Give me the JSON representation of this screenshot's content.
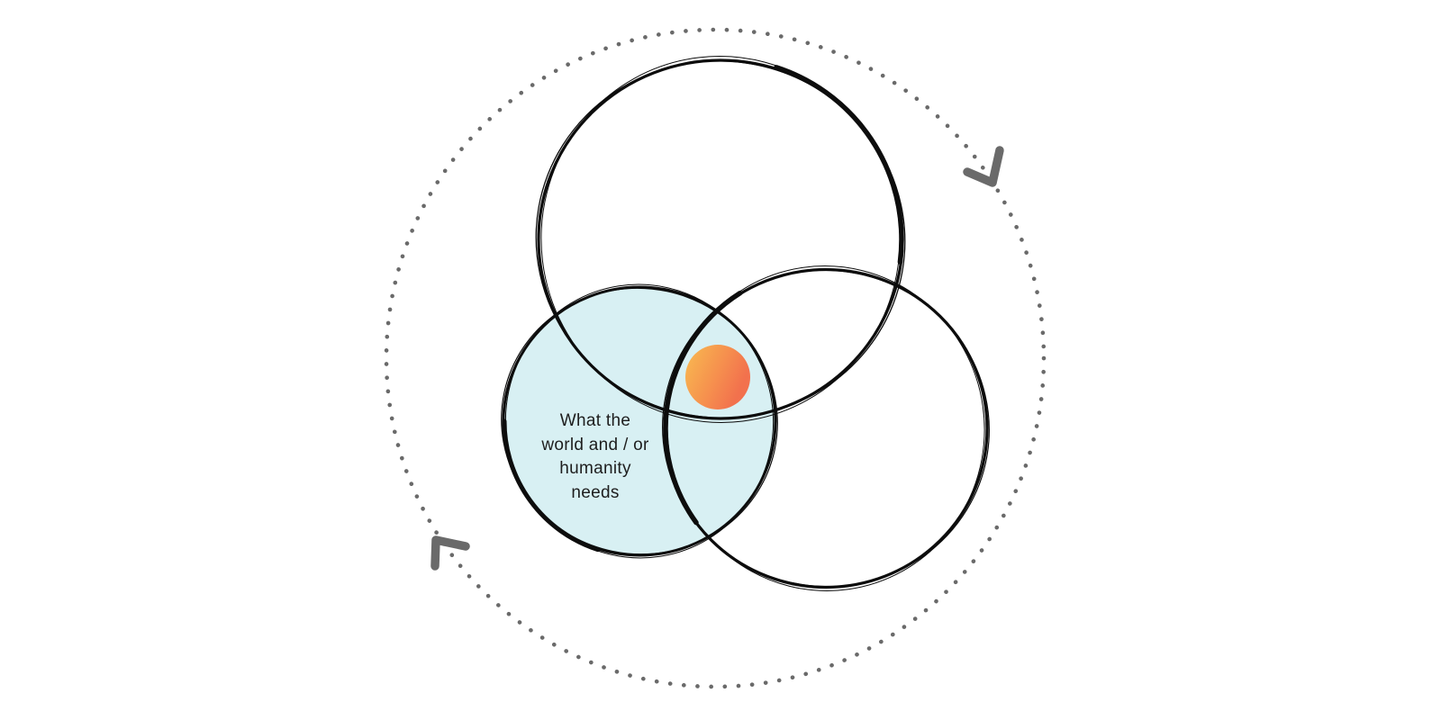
{
  "page": {
    "background": "#ffffff"
  },
  "venn": {
    "stroke_color": "#0d0d0d",
    "world_needs_fill": "#d8f0f3",
    "label_text": "What the world and / or humanity needs",
    "label_lines": [
      "What the",
      "world and / or",
      "humanity",
      "needs"
    ],
    "label_color": "#1e1e1e",
    "circle_count": 3
  },
  "highlight_dot": {
    "gradient_start": "#f8b750",
    "gradient_mid": "#f6914e",
    "gradient_end": "#f2714d"
  },
  "rotation_ring": {
    "color": "#6a6a6a",
    "style": "dotted",
    "direction": "clockwise"
  }
}
